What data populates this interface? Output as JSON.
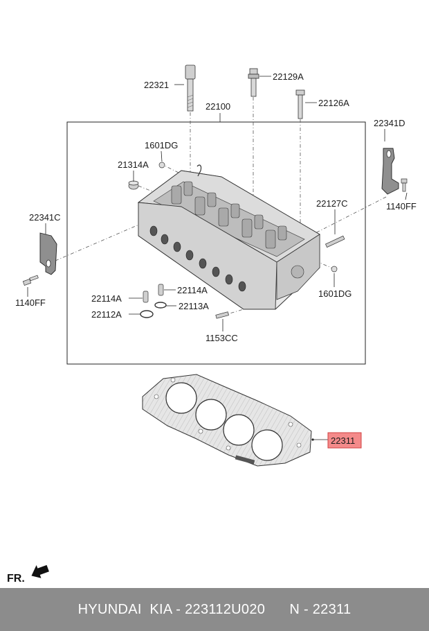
{
  "parts": {
    "p22321": "22321",
    "p22129A": "22129A",
    "p22126A": "22126A",
    "p22100": "22100",
    "p22341D": "22341D",
    "p1601DG_top": "1601DG",
    "p21314A": "21314A",
    "p22341C": "22341C",
    "p22127C": "22127C",
    "p1140FF_right": "1140FF",
    "p1140FF_left": "1140FF",
    "p22114A_left": "22114A",
    "p22114A_right": "22114A",
    "p1601DG_right": "1601DG",
    "p22112A": "22112A",
    "p22113A": "22113A",
    "p1153CC": "1153CC",
    "p22311": "22311"
  },
  "colors": {
    "highlight_fill": "#f48a8a",
    "highlight_border": "#d04040",
    "footer_bg": "#8c8c8c"
  },
  "direction_marker": "FR.",
  "footer": {
    "brand": "HYUNDAI  KIA - 223112U020",
    "part_ref": "N - 22311"
  }
}
